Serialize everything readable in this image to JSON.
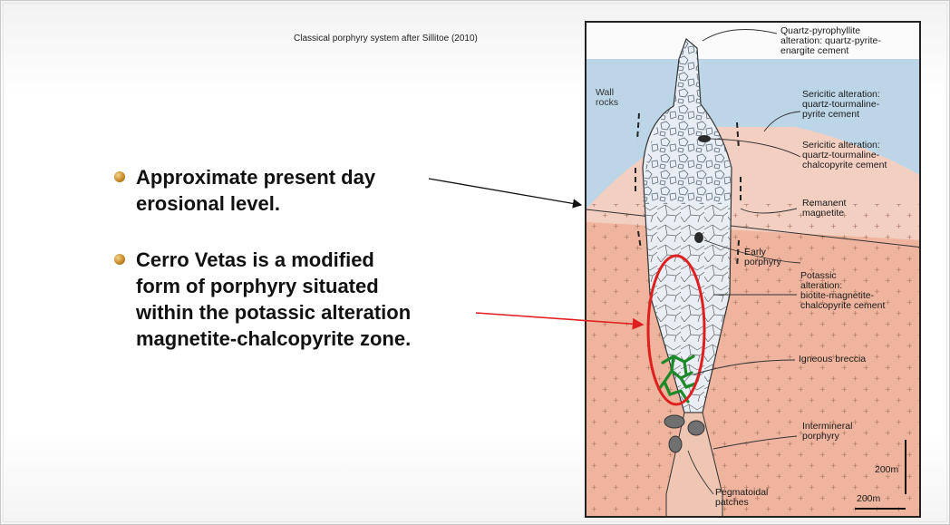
{
  "slide": {
    "caption": "Classical porphyry system after Sillitoe (2010)",
    "bullets": [
      {
        "text": "Approximate present day\nerosional level."
      },
      {
        "text": "Cerro Vetas is a modified\nform of porphyry situated\nwithin the potassic alteration\nmagnetite-chalcopyrite zone."
      }
    ]
  },
  "figure": {
    "labels": {
      "quartz_pyrophyllite": "Quartz-pyrophyllite\nalteration: quartz-pyrite-\nenargite cement",
      "wall_rocks": "Wall\nrocks",
      "sericitic_pyrite": "Sericitic alteration:\nquartz-tourmaline-\npyrite cement",
      "sericitic_chalcopyrite": "Sericitic alteration:\nquartz-tourmaline-\nchalcopyrite cement",
      "remanent_magnetite": "Remanent\nmagnetite",
      "early_porphyry": "Early\nporphyry",
      "potassic": "Potassic\nalteration:\nbiotite-magnetite-\nchalcopyrite cement",
      "igneous_breccia": "Igneous breccia",
      "intermineral": "Intermineral\nporphyry",
      "pegmatoidal": "Pegmatoidal\npatches",
      "scale_vertical": "200m",
      "scale_horizontal": "200m"
    },
    "colors": {
      "wall_rock_blue": "#bcd6e8",
      "sericitic_pink": "#f3cfc2",
      "potassic_salmon": "#eeb49d",
      "highlight_red": "#e02020",
      "breccia_green": "#1d8a2a",
      "fragment_gray": "#707070"
    }
  }
}
